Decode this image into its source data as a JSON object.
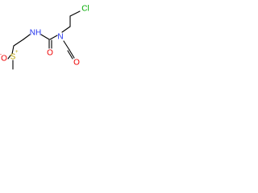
{
  "molecule": {
    "name": "",
    "colors": {
      "carbon_bonds": "#000000",
      "N": "#2233ee",
      "O": "#ee0000",
      "S": "#b8a000",
      "Cl": "#00aa00"
    },
    "atoms": [
      {
        "id": "cl",
        "element": "Cl",
        "label": "Cl"
      },
      {
        "id": "n_nitroso",
        "element": "N",
        "label": "N"
      },
      {
        "id": "o_nitroso",
        "element": "O",
        "label": "O"
      },
      {
        "id": "n_amide",
        "element": "N",
        "label": "NH"
      },
      {
        "id": "o_carbonyl",
        "element": "O",
        "label": "O"
      },
      {
        "id": "s",
        "element": "S",
        "label": "S",
        "charge": "+"
      },
      {
        "id": "o_sulfoxide",
        "element": "O",
        "label": "O",
        "charge": "-"
      }
    ]
  }
}
